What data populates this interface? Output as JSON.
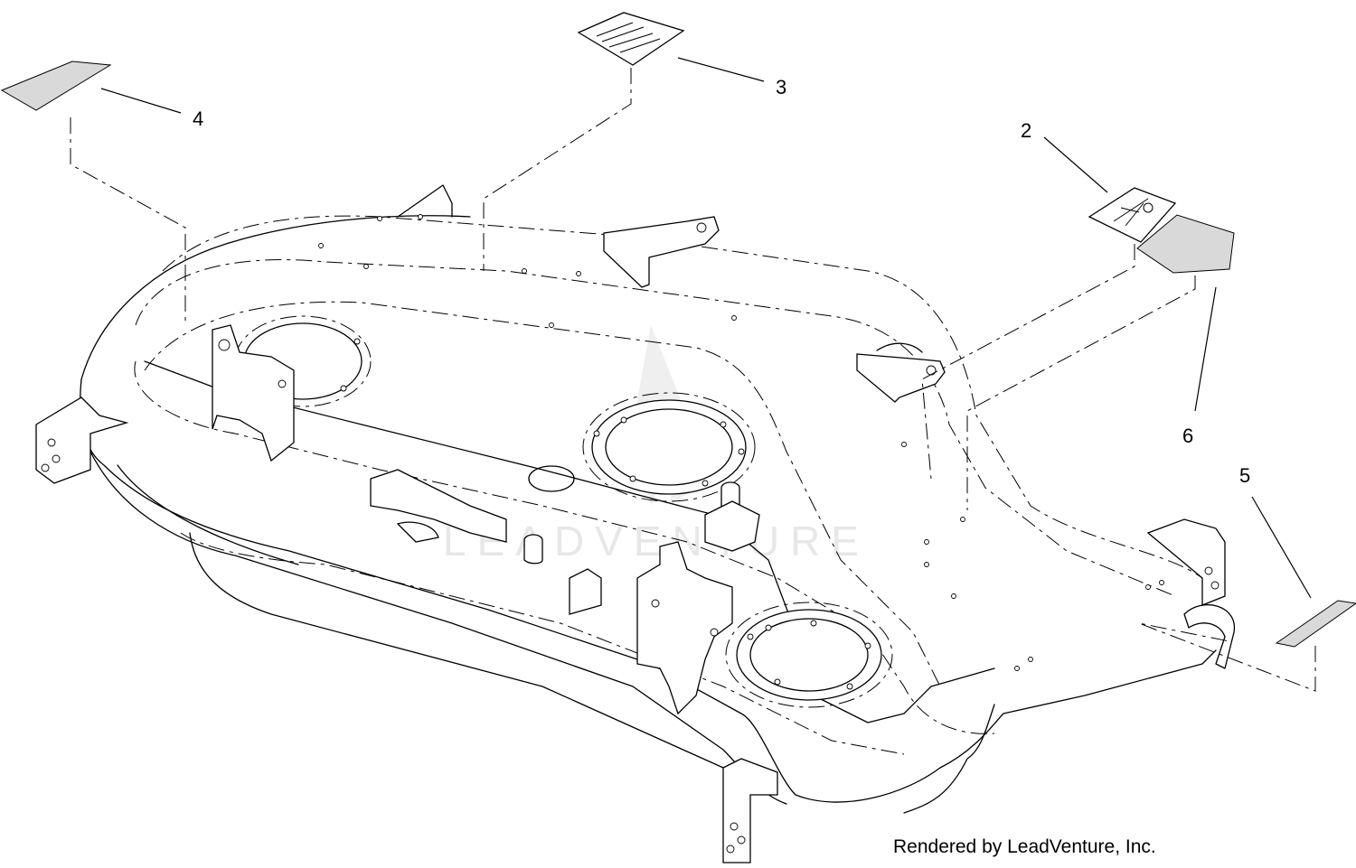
{
  "callouts": [
    {
      "label": "2"
    },
    {
      "label": "3"
    },
    {
      "label": "4"
    },
    {
      "label": "5"
    },
    {
      "label": "6"
    }
  ],
  "watermark": {
    "text": "LEADVENTURE"
  },
  "credit": "Rendered by LeadVenture, Inc.",
  "colors": {
    "line": "#000000",
    "background": "#ffffff",
    "decal": "#d9d9d9",
    "watermark": "#e7e7e7"
  }
}
